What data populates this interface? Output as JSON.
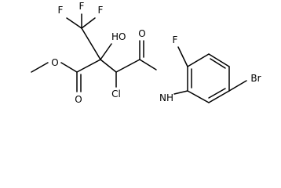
{
  "molecule": {
    "labels": {
      "f1": "F",
      "f2": "F",
      "f3": "F",
      "hydroxyl": "HO",
      "ester_o1": "O",
      "ester_o2": "O",
      "chloro": "Cl",
      "amide_o": "O",
      "amide_nh": "NH",
      "aryl_f": "F",
      "bromo": "Br"
    }
  }
}
